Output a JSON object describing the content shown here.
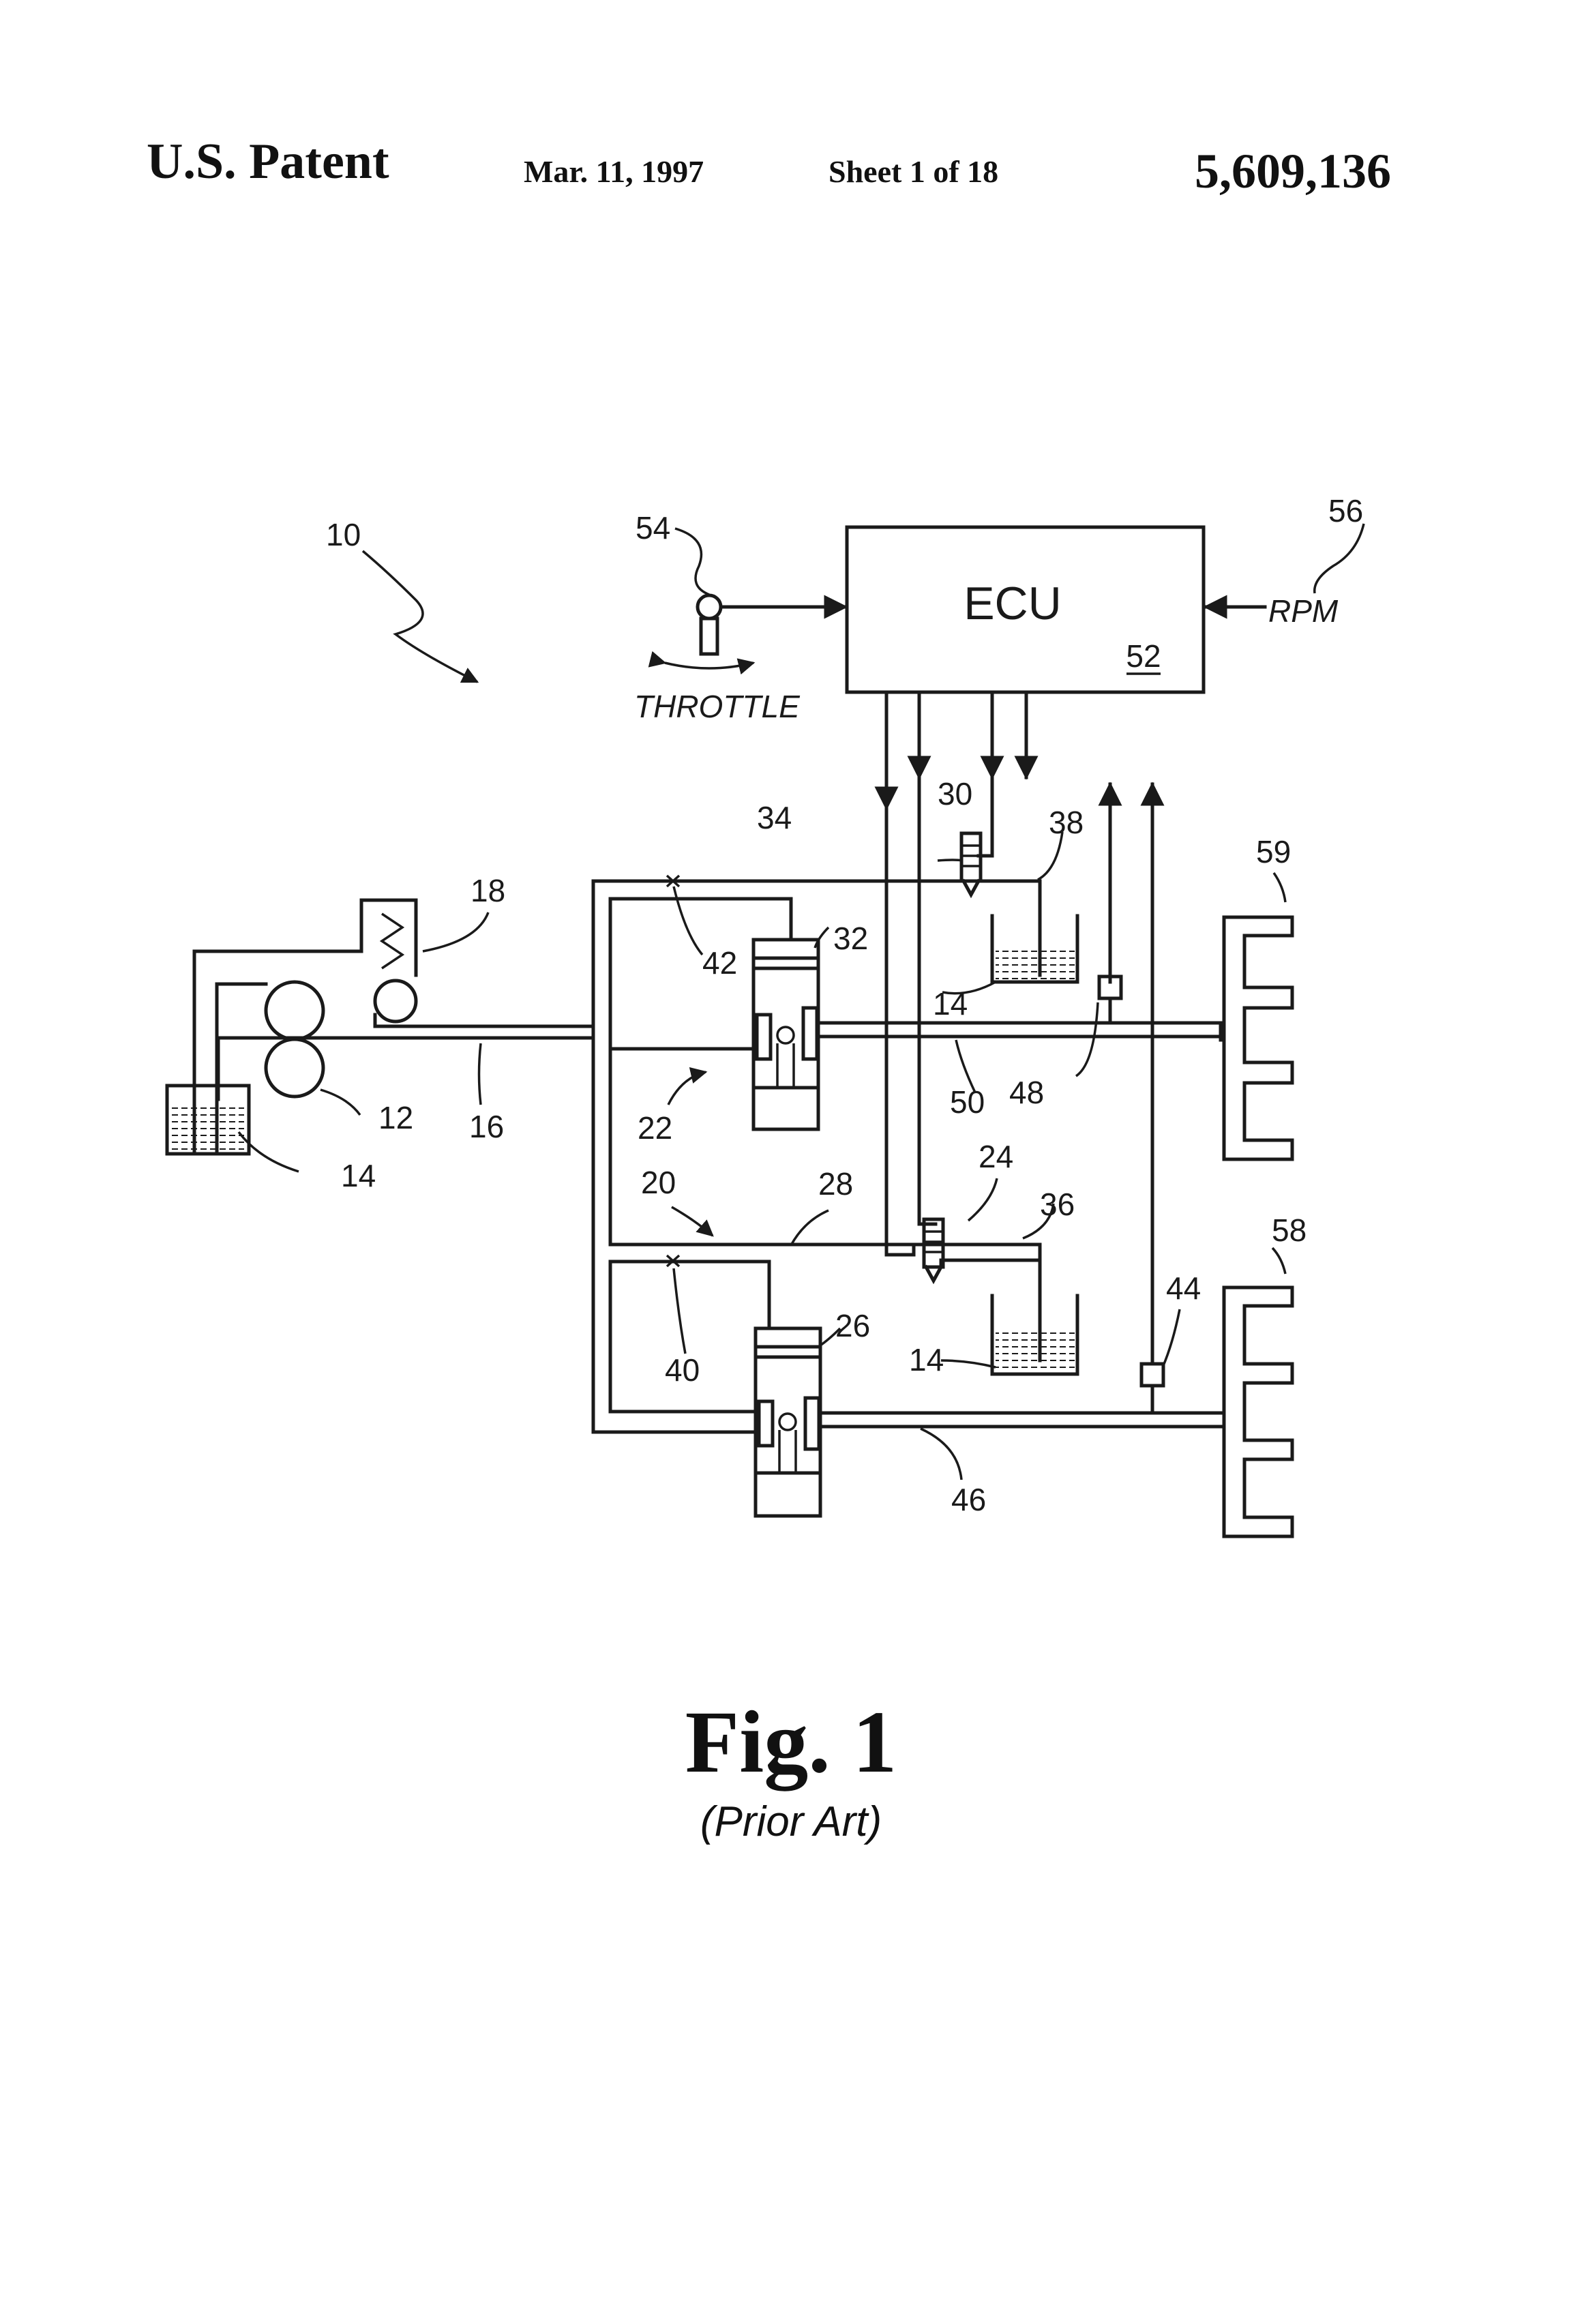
{
  "header": {
    "title": "U.S. Patent",
    "date": "Mar. 11, 1997",
    "sheet": "Sheet 1 of 18",
    "patent_number": "5,609,136"
  },
  "diagram": {
    "ecu_label": "ECU",
    "ecu_ref": "52",
    "throttle_label": "THROTTLE",
    "rpm_label": "RPM",
    "refs": {
      "r10": "10",
      "r12": "12",
      "r14a": "14",
      "r14b": "14",
      "r14c": "14",
      "r16": "16",
      "r18": "18",
      "r20": "20",
      "r22": "22",
      "r24": "24",
      "r26": "26",
      "r28": "28",
      "r30": "30",
      "r32": "32",
      "r34": "34",
      "r36": "36",
      "r38": "38",
      "r40": "40",
      "r42": "42",
      "r44": "44",
      "r46": "46",
      "r48": "48",
      "r50": "50",
      "r54": "54",
      "r56": "56",
      "r58": "58",
      "r59": "59"
    }
  },
  "caption": {
    "figure": "Fig. 1",
    "note": "(Prior Art)"
  }
}
